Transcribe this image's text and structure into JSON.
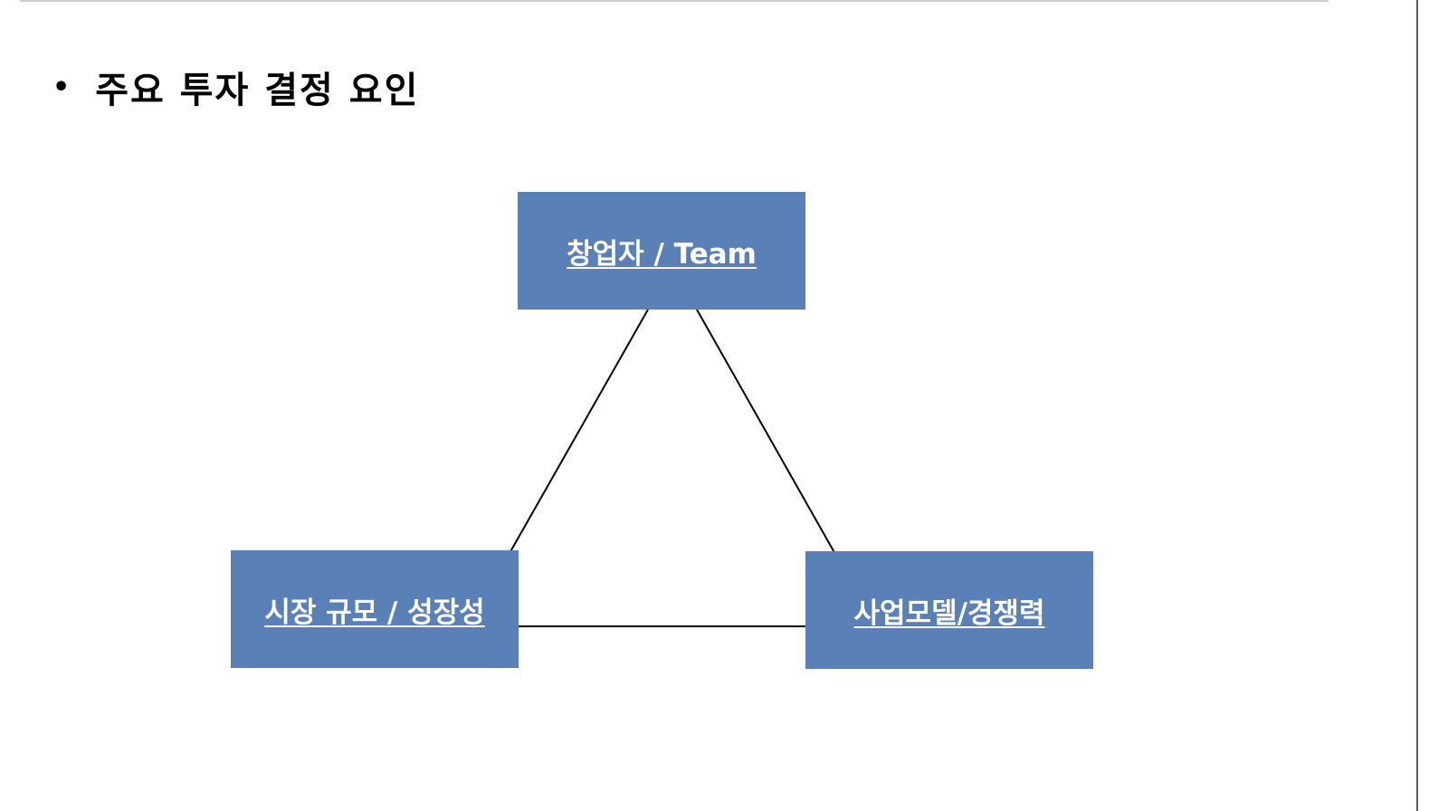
{
  "slide": {
    "bullet": "•",
    "heading": "주요 투자 결정 요인"
  },
  "diagram": {
    "nodes": {
      "top": "창업자 / Team",
      "left": "시장 규모 / 성장성",
      "right": "사업모델/경쟁력"
    },
    "colors": {
      "node_fill": "#5a80b8",
      "node_text": "#ffffff",
      "connector": "#000000"
    }
  }
}
